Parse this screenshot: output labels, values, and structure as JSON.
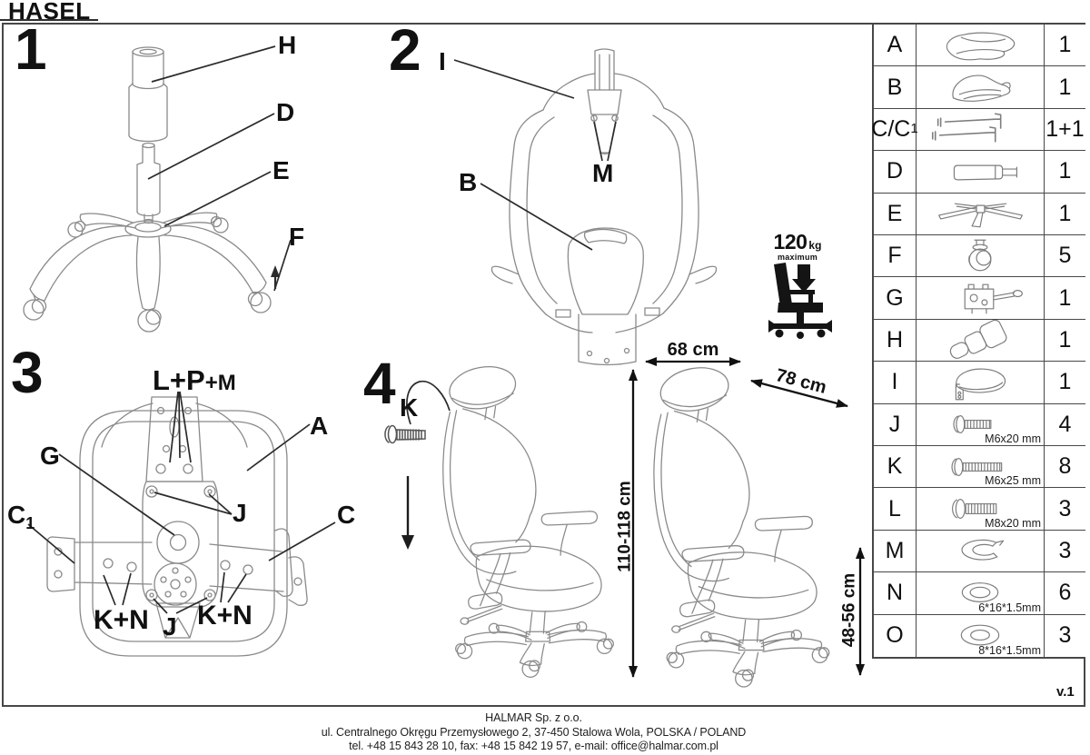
{
  "title": "HASEL",
  "version": "v.1",
  "steps": {
    "s1": {
      "num": "1",
      "h": "H",
      "d": "D",
      "e": "E",
      "f": "F"
    },
    "s2": {
      "num": "2",
      "i": "I",
      "b": "B",
      "m": "M"
    },
    "s3": {
      "num": "3",
      "lp": "L+P",
      "m_small": "+M",
      "a": "A",
      "g": "G",
      "c1_main": "C",
      "c1_sub": "1",
      "j_right": "J",
      "c": "C",
      "kn_left": "K+N",
      "j_bottom": "J",
      "kn_right": "K+N"
    },
    "s4": {
      "num": "4",
      "k": "K"
    }
  },
  "dimensions": {
    "width": "68 cm",
    "depth": "78 cm",
    "height": "110-118 cm",
    "seat_height": "48-56 cm"
  },
  "weight_limit": {
    "value": "120",
    "unit": "kg",
    "note": "maximum"
  },
  "parts_table": {
    "rows": [
      {
        "letter": "A",
        "icon": "seat-icon",
        "qty": "1"
      },
      {
        "letter": "B",
        "icon": "backrest-icon",
        "qty": "1"
      },
      {
        "letter": "C/C",
        "letter_sub": "1",
        "icon": "armrest-pair-icon",
        "qty": "1+1"
      },
      {
        "letter": "D",
        "icon": "gas-lift-icon",
        "qty": "1"
      },
      {
        "letter": "E",
        "icon": "base-star-icon",
        "qty": "1"
      },
      {
        "letter": "F",
        "icon": "caster-icon",
        "qty": "5"
      },
      {
        "letter": "G",
        "icon": "mechanism-icon",
        "qty": "1"
      },
      {
        "letter": "H",
        "icon": "lift-cover-icon",
        "qty": "1"
      },
      {
        "letter": "I",
        "icon": "headrest-icon",
        "qty": "1"
      },
      {
        "letter": "J",
        "icon": "screw-m6x20-icon",
        "size": "M6x20 mm",
        "qty": "4"
      },
      {
        "letter": "K",
        "icon": "screw-m6x25-icon",
        "size": "M6x25 mm",
        "qty": "8"
      },
      {
        "letter": "L",
        "icon": "screw-m8x20-icon",
        "size": "M8x20 mm",
        "qty": "3"
      },
      {
        "letter": "M",
        "icon": "c-clip-icon",
        "qty": "3"
      },
      {
        "letter": "N",
        "icon": "washer-icon",
        "size": "6*16*1.5mm",
        "qty": "6"
      },
      {
        "letter": "O",
        "icon": "washer-large-icon",
        "size": "8*16*1.5mm",
        "qty": "3"
      }
    ]
  },
  "footer": {
    "company": "HALMAR Sp. z o.o.",
    "address": "ul. Centralnego Okręgu Przemysłowego 2, 37-450 Stalowa Wola, POLSKA / POLAND",
    "contact": "tel. +48 15 843 28 10, fax: +48 15 842 19 57, e-mail: office@halmar.com.pl"
  }
}
